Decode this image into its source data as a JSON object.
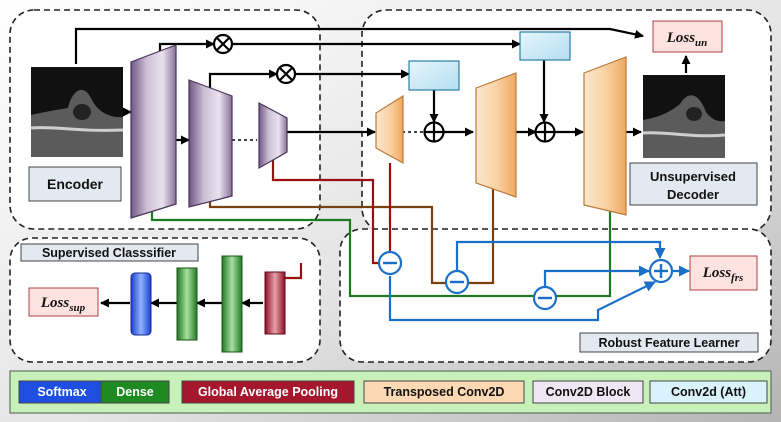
{
  "modules": {
    "encoder": "Encoder",
    "decoder_line1": "Unsupervised",
    "decoder_line2": "Decoder",
    "classifier": "Supervised Classsifier",
    "feature_learner": "Robust Feature Learner"
  },
  "losses": {
    "un": {
      "base": "Loss",
      "sub": "un"
    },
    "sup": {
      "base": "Loss",
      "sub": "sup"
    },
    "frs": {
      "base": "Loss",
      "sub": "frs"
    }
  },
  "legend": [
    {
      "label": "Softmax",
      "fill": "#1f4fe0",
      "text_color": "#ffffff"
    },
    {
      "label": "Dense",
      "fill": "#1e8a22",
      "text_color": "#ffffff"
    },
    {
      "label": "Global Average Pooling",
      "fill": "#a5172c",
      "text_color": "#ffffff"
    },
    {
      "label": "Transposed Conv2D",
      "fill": "#fcd9b2",
      "text_color": "#111111"
    },
    {
      "label": "Conv2D Block",
      "fill": "#efe6f4",
      "text_color": "#111111"
    },
    {
      "label": "Conv2d (Att)",
      "fill": "#d9f2fb",
      "text_color": "#111111"
    }
  ],
  "colors": {
    "encoder_purple": "#8b6f9c",
    "decoder_orange": "#f3b272",
    "attention_blue": "#bfe6f5",
    "skip_green": "#1e7a1e",
    "skip_red": "#9a1010",
    "skip_brown": "#7a4010",
    "loss_blue": "#1a6fc8",
    "legend_bar": "#c7f1b8"
  }
}
